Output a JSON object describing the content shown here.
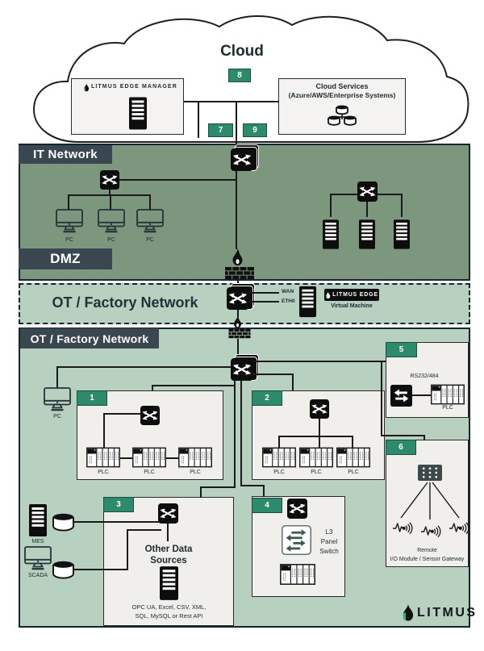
{
  "title": "Litmus Edge deployment network architecture diagram",
  "colors": {
    "band_dark": "#7d967e",
    "band_light": "#b7d0c0",
    "badge_slate": "#3a4750",
    "badge_green": "#2e8a6d",
    "box_background": "#f0efec",
    "line": "#1a1a1a",
    "litmus_green": "#3fae7c"
  },
  "cloud": {
    "label": "Cloud",
    "badge_8": "8",
    "badge_7": "7",
    "badge_9": "9",
    "edge_manager_title": "LITMUS EDGE MANAGER",
    "services_line1": "Cloud Services",
    "services_line2": "(Azure/AWS/Enterprise Systems)"
  },
  "it_network": {
    "label": "IT Network",
    "pc1": "PC",
    "pc2": "PC",
    "pc3": "PC"
  },
  "dmz": {
    "label": "DMZ"
  },
  "ot_dmz_band": {
    "label": "OT / Factory Network",
    "wan": "WAN",
    "eth0": "ETH0",
    "edge_badge": "LITMUS EDGE",
    "vm_caption": "Virtual Machine"
  },
  "factory": {
    "label": "OT / Factory Network",
    "pc": "PC",
    "box1": {
      "num": "1",
      "plc1": "PLC",
      "plc2": "PLC",
      "plc3": "PLC"
    },
    "box2": {
      "num": "2",
      "plc1": "PLC",
      "plc2": "PLC",
      "plc3": "PLC"
    },
    "box3": {
      "num": "3",
      "title_line1": "Other Data",
      "title_line2": "Sources",
      "protocols_line1": "OPC UA, Excel, CSV, XML,",
      "protocols_line2": "SQL, MySQL or Rest API"
    },
    "box4": {
      "num": "4",
      "label_line1": "L3",
      "label_line2": "Panel",
      "label_line3": "Switch"
    },
    "box5": {
      "num": "5",
      "label": "RS232/484",
      "plc": "PLC"
    },
    "box6": {
      "num": "6",
      "caption_line1": "Remote",
      "caption_line2": "I/O Module / Sensor Gateway"
    },
    "mes": "MES",
    "scada": "SCADA"
  },
  "footer": {
    "brand": "LITMUS"
  },
  "icons": {
    "switch": "crossed-arrows-switch-icon",
    "server": "server-rack-icon",
    "pc": "monitor-icon",
    "database": "database-cylinder-icon",
    "database_cluster": "database-cluster-icon",
    "firewall": "flame-and-brick-wall-firewall-icon",
    "plc": "plc-rack-icon",
    "serial_swap": "serial-converter-swap-arrows-icon",
    "l3_switch": "l3-panel-switch-arrows-icon",
    "io_module": "remote-io-module-icon",
    "sensor": "sensor-signal-waveform-icon",
    "litmus_mark": "litmus-droplet-icon"
  }
}
